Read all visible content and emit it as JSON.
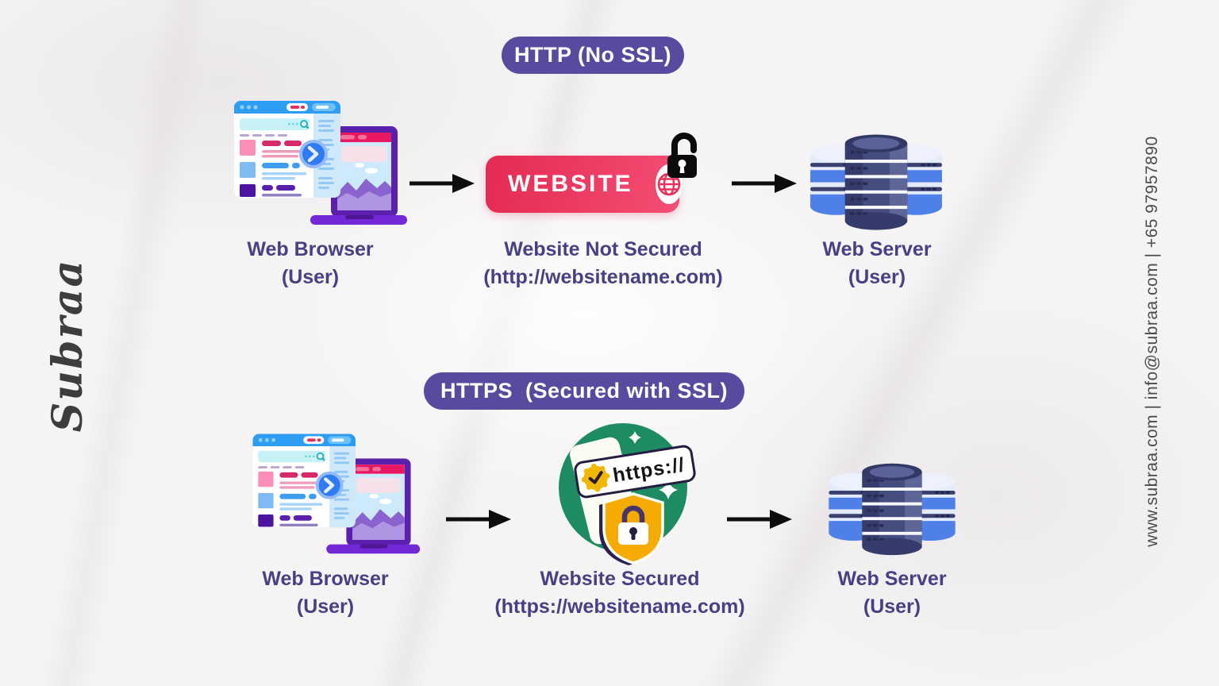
{
  "branding": {
    "signature": "Subraa",
    "contact_line": "www.subraa.com | info@subraa.com | +65 97957890",
    "website_url": "www.subraa.com",
    "email": "info@subraa.com",
    "phone": "+65 97957890"
  },
  "colors": {
    "badge_purple": "#574b9f",
    "label_purple": "#474085",
    "website_red": "#e8315b",
    "secure_green": "#1e8c62",
    "shield_gold": "#f5ab00",
    "arrow_black": "#0d0d0d"
  },
  "icons": {
    "open_padlock": "unlocked-padlock",
    "globe": "globe",
    "verified_check": "check-badge",
    "shield_padlock": "shield-with-lock",
    "right_arrow": "arrow-right",
    "web_server": "database-stack",
    "web_browser": "browser-on-laptop",
    "sparkle": "four-point-star"
  },
  "http_section": {
    "title": "HTTP (No SSL)",
    "browser_label": [
      "Web Browser",
      "(User)"
    ],
    "website_badge_text": "WEBSITE",
    "website_label": [
      "Website Not Secured",
      "(http://websitename.com)"
    ],
    "server_label": [
      "Web Server",
      "(User)"
    ]
  },
  "https_section": {
    "title": "HTTPS  (Secured with SSL)",
    "address_bar_text": "https://",
    "browser_label": [
      "Web Browser",
      "(User)"
    ],
    "website_label": [
      "Website Secured",
      "(https://websitename.com)"
    ],
    "server_label": [
      "Web Server",
      "(User)"
    ]
  }
}
